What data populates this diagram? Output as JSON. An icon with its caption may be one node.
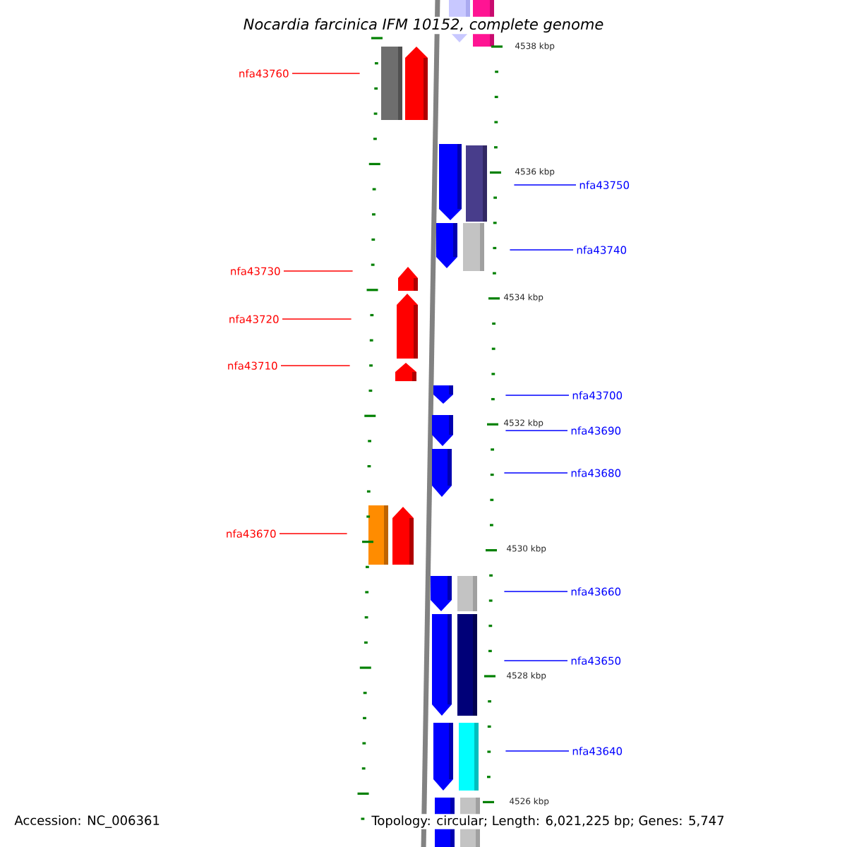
{
  "diagram": {
    "title": "Nocardia farcinica IFM 10152, complete genome",
    "nodes": [
      {
        "text": [
          "nfa43760"
        ]
      },
      {
        "text": [],
        "shape": "arrow"
      },
      {
        "text": [
          "nfa43750"
        ]
      },
      {
        "text": [],
        "shape": "arrow"
      },
      {
        "text": [
          "nfa43740"
        ]
      },
      {
        "text": [],
        "shape": "arrow"
      },
      {
        "text": [
          "nfa43730"
        ]
      },
      {
        "text": [],
        "shape": "arrow"
      },
      {
        "text": [
          "nfa43720"
        ]
      },
      {
        "text": [],
        "shape": "arrow"
      },
      {
        "text": [
          "nfa43710"
        ]
      },
      {
        "text": [],
        "shape": "arrow"
      },
      {
        "text": [
          "nfa43700"
        ]
      },
      {
        "text": [],
        "shape": "arrow"
      },
      {
        "text": [
          "nfa43690"
        ]
      },
      {
        "text": [],
        "shape": "arrow"
      },
      {
        "text": [
          "nfa43680"
        ]
      },
      {
        "text": [],
        "shape": "arrow"
      },
      {
        "text": [
          "nfa43670"
        ]
      },
      {
        "text": [],
        "shape": "arrow"
      },
      {
        "text": [
          "nfa43660"
        ]
      },
      {
        "text": [],
        "shape": "arrow"
      },
      {
        "text": [
          "nfa43650"
        ]
      },
      {
        "text": [],
        "shape": "arrow"
      },
      {
        "text": [
          "nfa43640"
        ]
      },
      {
        "text": [],
        "shape": "arrow"
      }
    ],
    "edges": [
      {
        "from": 0,
        "to": 1,
        "arrow": "none",
        "color": "#ff0000"
      },
      {
        "from": 2,
        "to": 3,
        "arrow": "none"
      },
      {
        "from": 4,
        "to": 5,
        "arrow": "none"
      },
      {
        "from": 6,
        "to": 7,
        "arrow": "none",
        "color": "#ff0000"
      },
      {
        "from": 8,
        "to": 9,
        "arrow": "none",
        "color": "#ff0000"
      },
      {
        "from": 10,
        "to": 11,
        "arrow": "none",
        "color": "#ff0000"
      },
      {
        "from": 12,
        "to": 13,
        "arrow": "none"
      },
      {
        "from": 14,
        "to": 15,
        "arrow": "none"
      },
      {
        "from": 16,
        "to": 17,
        "arrow": "none"
      },
      {
        "from": 18,
        "to": 19,
        "arrow": "none",
        "color": "#ff0000"
      },
      {
        "from": 20,
        "to": 21,
        "arrow": "none"
      },
      {
        "from": 22,
        "to": 23,
        "arrow": "none"
      },
      {
        "from": 24,
        "to": 25,
        "arrow": "none"
      }
    ],
    "labels": [
      "4538 kbp",
      "4536 kbp",
      "4534 kbp",
      "4532 kbp",
      "4530 kbp",
      "4528 kbp",
      "4526 kbp",
      "Accession: NC_006361",
      "Topology: circular; Length: 6,021,225 bp; Genes: 5,747"
    ]
  }
}
